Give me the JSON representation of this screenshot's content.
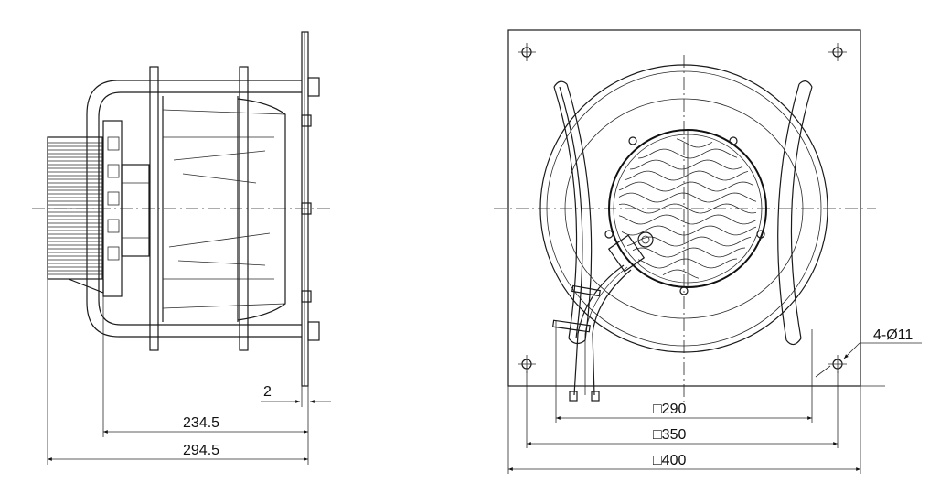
{
  "side_view": {
    "dimensions": {
      "gap": "2",
      "depth_inner": "234.5",
      "depth_total": "294.5"
    }
  },
  "front_view": {
    "dimensions": {
      "holes": "4-Ø11",
      "inner_square": "□290",
      "middle_square": "□350",
      "outer_square": "□400"
    }
  }
}
